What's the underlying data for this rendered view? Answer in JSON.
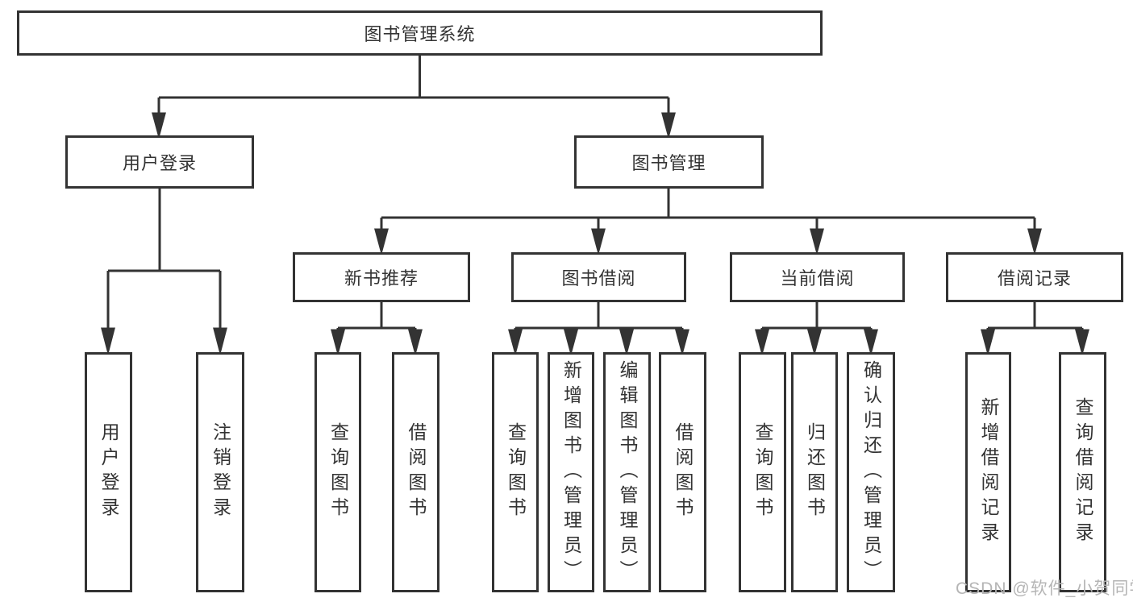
{
  "diagram": {
    "title": "图书管理系统",
    "root": {
      "label": "图书管理系统"
    },
    "level2": [
      {
        "id": "user-login",
        "label": "用户登录"
      },
      {
        "id": "book-management",
        "label": "图书管理"
      }
    ],
    "level3": [
      {
        "id": "new-book-recommend",
        "label": "新书推荐"
      },
      {
        "id": "book-borrow",
        "label": "图书借阅"
      },
      {
        "id": "current-borrow",
        "label": "当前借阅"
      },
      {
        "id": "borrow-records",
        "label": "借阅记录"
      }
    ],
    "leaves": {
      "user_login": [
        {
          "label": "用户登录"
        },
        {
          "label": "注销登录"
        }
      ],
      "new_book": [
        {
          "label": "查询图书"
        },
        {
          "label": "借阅图书"
        }
      ],
      "book_borrow": [
        {
          "label": "查询图书"
        },
        {
          "label": "新增图书（管理员）"
        },
        {
          "label": "编辑图书（管理员）"
        },
        {
          "label": "借阅图书"
        }
      ],
      "current_borrow": [
        {
          "label": "查询图书"
        },
        {
          "label": "归还图书"
        },
        {
          "label": "确认归还（管理员）"
        }
      ],
      "borrow_records": [
        {
          "label": "新增借阅记录"
        },
        {
          "label": "查询借阅记录"
        }
      ]
    }
  },
  "watermark": {
    "text": "CSDN @软件_小贺同学"
  },
  "colors": {
    "line": "#333333",
    "box_border": "#333333",
    "text": "#333333",
    "background": "#ffffff",
    "watermark": "#b5b5b5"
  }
}
